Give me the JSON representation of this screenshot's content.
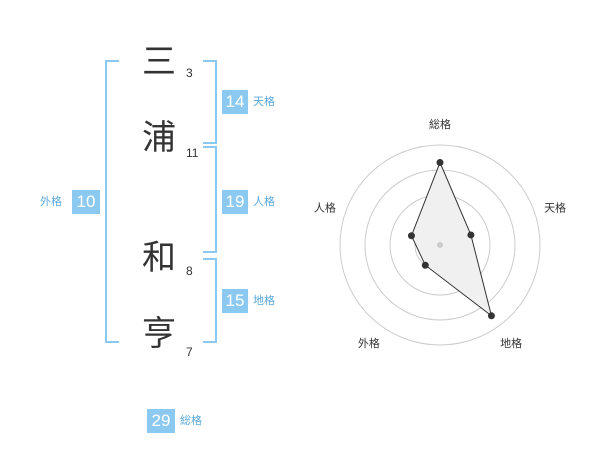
{
  "name": {
    "characters": [
      {
        "char": "三",
        "strokes": "3"
      },
      {
        "char": "浦",
        "strokes": "11"
      },
      {
        "char": "和",
        "strokes": "8"
      },
      {
        "char": "亨",
        "strokes": "7"
      }
    ]
  },
  "fortunes": {
    "tenkaku": {
      "value": "14",
      "label": "天格"
    },
    "jinkaku": {
      "value": "19",
      "label": "人格"
    },
    "chikaku": {
      "value": "15",
      "label": "地格"
    },
    "gaikaku": {
      "value": "10",
      "label": "外格"
    },
    "soukaku": {
      "value": "29",
      "label": "総格"
    }
  },
  "colors": {
    "accent": "#8cc9f0",
    "accent_text": "#5aa8dc"
  },
  "chart_data": {
    "type": "radar",
    "axes": [
      "総格",
      "天格",
      "地格",
      "外格",
      "人格"
    ],
    "rings": 4,
    "series": [
      {
        "values": [
          3.3,
          1.3,
          3.5,
          1.0,
          1.2
        ]
      }
    ],
    "max": 4
  }
}
